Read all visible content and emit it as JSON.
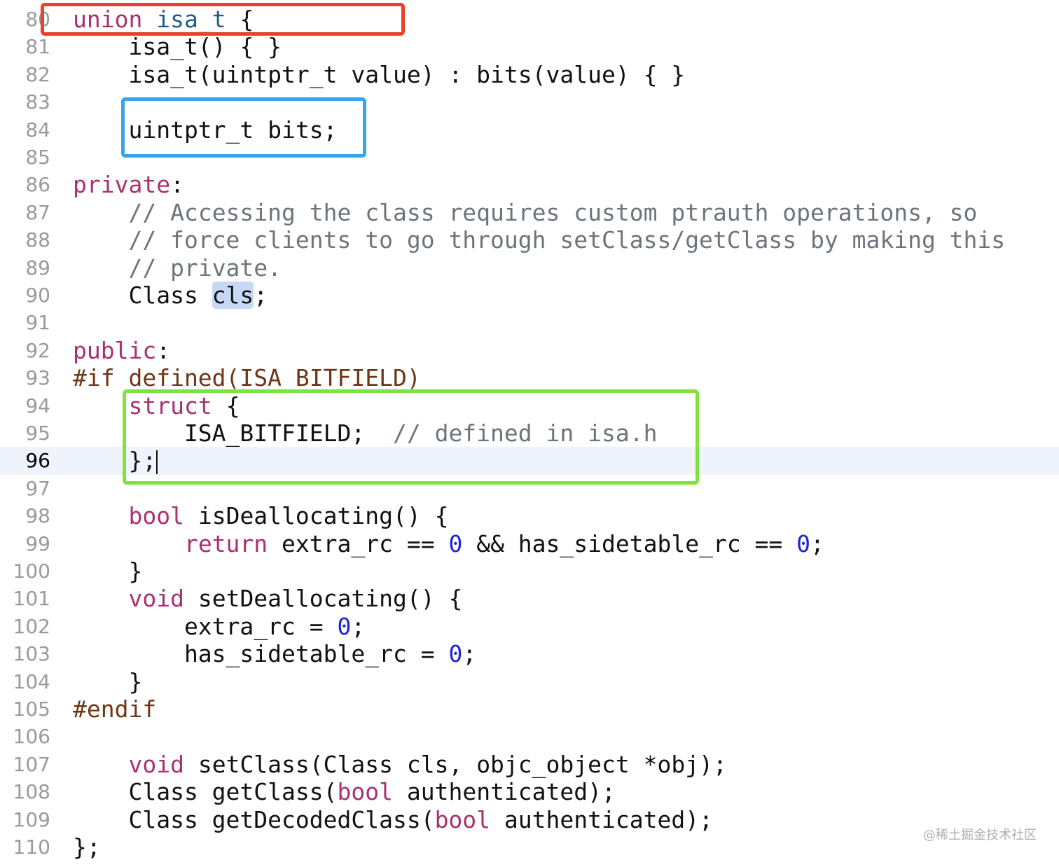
{
  "editor": {
    "current_line": 96,
    "lines": [
      {
        "n": "80",
        "tokens": [
          {
            "t": "union",
            "c": "kw"
          },
          {
            "t": " "
          },
          {
            "t": "isa_t",
            "c": "type"
          },
          {
            "t": " {"
          }
        ]
      },
      {
        "n": "81",
        "tokens": [
          {
            "t": "    isa_t() { }"
          }
        ]
      },
      {
        "n": "82",
        "tokens": [
          {
            "t": "    isa_t(uintptr_t value) : bits(value) { }"
          }
        ]
      },
      {
        "n": "83",
        "tokens": []
      },
      {
        "n": "84",
        "tokens": [
          {
            "t": "    uintptr_t bits;"
          }
        ]
      },
      {
        "n": "85",
        "tokens": []
      },
      {
        "n": "86",
        "tokens": [
          {
            "t": "private",
            "c": "kw"
          },
          {
            "t": ":"
          }
        ]
      },
      {
        "n": "87",
        "tokens": [
          {
            "t": "    "
          },
          {
            "t": "// Accessing the class requires custom ptrauth operations, so",
            "c": "cm"
          }
        ]
      },
      {
        "n": "88",
        "tokens": [
          {
            "t": "    "
          },
          {
            "t": "// force clients to go through setClass/getClass by making this",
            "c": "cm"
          }
        ]
      },
      {
        "n": "89",
        "tokens": [
          {
            "t": "    "
          },
          {
            "t": "// private.",
            "c": "cm"
          }
        ]
      },
      {
        "n": "90",
        "tokens": [
          {
            "t": "    Class "
          },
          {
            "t": "cls",
            "c": "hl"
          },
          {
            "t": ";"
          }
        ]
      },
      {
        "n": "91",
        "tokens": []
      },
      {
        "n": "92",
        "tokens": [
          {
            "t": "public",
            "c": "kw"
          },
          {
            "t": ":"
          }
        ]
      },
      {
        "n": "93",
        "tokens": [
          {
            "t": "#if defined(ISA_BITFIELD)",
            "c": "pp"
          }
        ]
      },
      {
        "n": "94",
        "tokens": [
          {
            "t": "    "
          },
          {
            "t": "struct",
            "c": "kw"
          },
          {
            "t": " {"
          }
        ]
      },
      {
        "n": "95",
        "tokens": [
          {
            "t": "        ISA_BITFIELD;  "
          },
          {
            "t": "// defined in isa.h",
            "c": "cm"
          }
        ]
      },
      {
        "n": "96",
        "tokens": [
          {
            "t": "    };"
          }
        ],
        "caret": true
      },
      {
        "n": "97",
        "tokens": []
      },
      {
        "n": "98",
        "tokens": [
          {
            "t": "    "
          },
          {
            "t": "bool",
            "c": "kw"
          },
          {
            "t": " isDeallocating() {"
          }
        ]
      },
      {
        "n": "99",
        "tokens": [
          {
            "t": "        "
          },
          {
            "t": "return",
            "c": "kw"
          },
          {
            "t": " extra_rc == "
          },
          {
            "t": "0",
            "c": "num"
          },
          {
            "t": " && has_sidetable_rc == "
          },
          {
            "t": "0",
            "c": "num"
          },
          {
            "t": ";"
          }
        ]
      },
      {
        "n": "100",
        "tokens": [
          {
            "t": "    }"
          }
        ]
      },
      {
        "n": "101",
        "tokens": [
          {
            "t": "    "
          },
          {
            "t": "void",
            "c": "kw"
          },
          {
            "t": " setDeallocating() {"
          }
        ]
      },
      {
        "n": "102",
        "tokens": [
          {
            "t": "        extra_rc = "
          },
          {
            "t": "0",
            "c": "num"
          },
          {
            "t": ";"
          }
        ]
      },
      {
        "n": "103",
        "tokens": [
          {
            "t": "        has_sidetable_rc = "
          },
          {
            "t": "0",
            "c": "num"
          },
          {
            "t": ";"
          }
        ]
      },
      {
        "n": "104",
        "tokens": [
          {
            "t": "    }"
          }
        ]
      },
      {
        "n": "105",
        "tokens": [
          {
            "t": "#endif",
            "c": "pp"
          }
        ]
      },
      {
        "n": "106",
        "tokens": []
      },
      {
        "n": "107",
        "tokens": [
          {
            "t": "    "
          },
          {
            "t": "void",
            "c": "kw"
          },
          {
            "t": " setClass(Class cls, objc_object *obj);"
          }
        ]
      },
      {
        "n": "108",
        "tokens": [
          {
            "t": "    Class getClass("
          },
          {
            "t": "bool",
            "c": "kw"
          },
          {
            "t": " authenticated);"
          }
        ]
      },
      {
        "n": "109",
        "tokens": [
          {
            "t": "    Class getDecodedClass("
          },
          {
            "t": "bool",
            "c": "kw"
          },
          {
            "t": " authenticated);"
          }
        ]
      },
      {
        "n": "110",
        "tokens": [
          {
            "t": "};"
          }
        ]
      }
    ]
  },
  "highlights": {
    "red": "#e8412c",
    "blue": "#3aa3ee",
    "green": "#7fe33f"
  },
  "watermark": "@稀土掘金技术社区"
}
